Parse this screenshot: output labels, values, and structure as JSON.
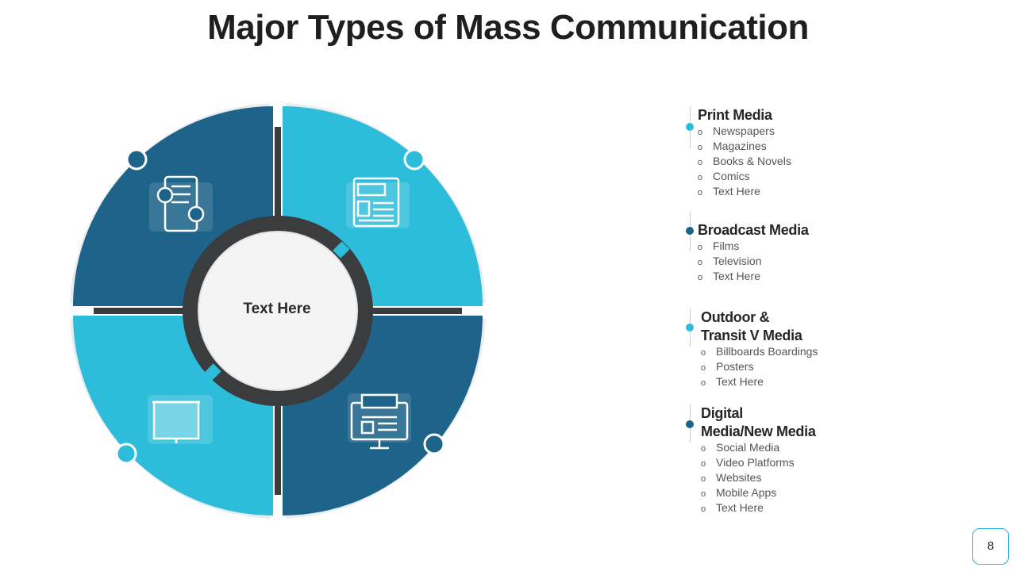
{
  "slide": {
    "title": "Major Types of Mass Communication",
    "page_number": "8",
    "center_text": "Text Here"
  },
  "colors": {
    "dark_blue": "#1e6389",
    "light_blue": "#2ebcdb",
    "ring": "#3b3c3e"
  },
  "wheel": {
    "quadrants": [
      {
        "position": "top-left",
        "color": "dark_blue",
        "icon": "mobile-chat-icon"
      },
      {
        "position": "top-right",
        "color": "light_blue",
        "icon": "newspaper-icon"
      },
      {
        "position": "bottom-left",
        "color": "light_blue",
        "icon": "billboard-icon"
      },
      {
        "position": "bottom-right",
        "color": "dark_blue",
        "icon": "news-monitor-icon"
      }
    ]
  },
  "categories": [
    {
      "title": "Print Media",
      "color": "light_blue",
      "items": [
        "Newspapers",
        "Magazines",
        "Books & Novels",
        "Comics",
        "Text Here"
      ]
    },
    {
      "title": "Broadcast Media",
      "color": "dark_blue",
      "items": [
        "Films",
        "Television",
        "Text Here"
      ]
    },
    {
      "title": "Outdoor & Transit V Media",
      "title_lines": [
        "Outdoor &",
        "Transit V Media"
      ],
      "color": "light_blue",
      "items": [
        "Billboards Boardings",
        "Posters",
        "Text Here"
      ]
    },
    {
      "title": "Digital Media/New Media",
      "title_lines": [
        "Digital",
        "Media/New Media"
      ],
      "color": "dark_blue",
      "items": [
        "Social Media",
        "Video Platforms",
        "Websites",
        "Mobile Apps",
        "Text Here"
      ]
    }
  ]
}
